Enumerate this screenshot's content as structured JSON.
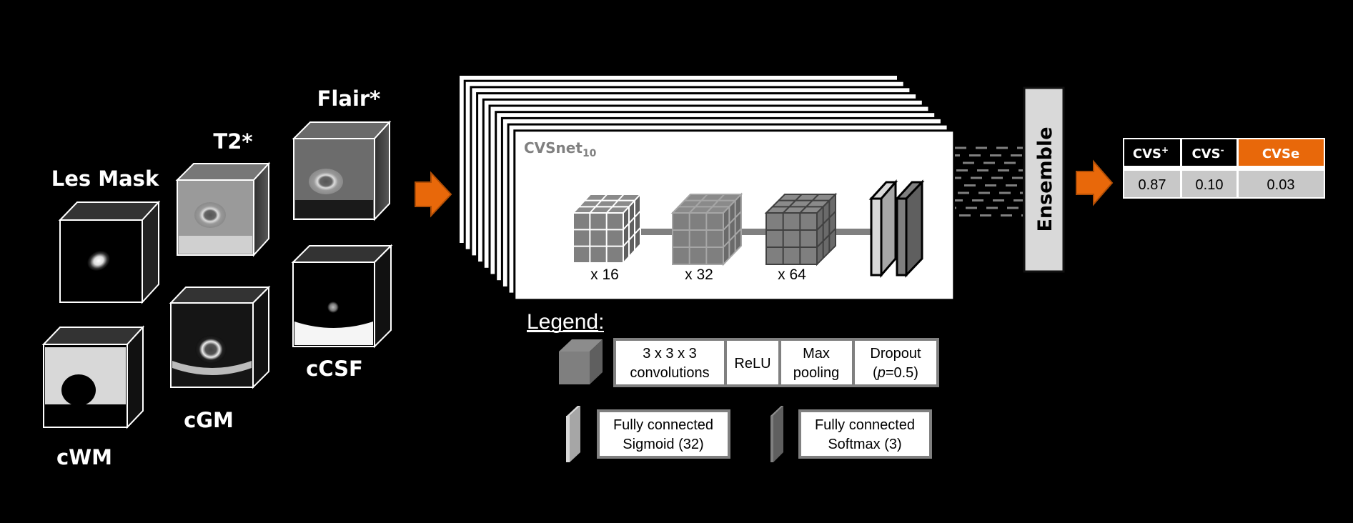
{
  "figure": {
    "inputs": [
      {
        "id": "les-mask",
        "label": "Les Mask"
      },
      {
        "id": "t2star",
        "label": "T2*"
      },
      {
        "id": "flair",
        "label": "Flair*"
      },
      {
        "id": "cwm",
        "label": "cWM"
      },
      {
        "id": "cgm",
        "label": "cGM"
      },
      {
        "id": "ccsf",
        "label": "cCSF"
      }
    ],
    "network": {
      "title": "CVSnet",
      "title_subscript": "10",
      "ensemble_count": 10,
      "layers": [
        {
          "type": "conv-block",
          "label": "x 16"
        },
        {
          "type": "conv-block",
          "label": "x 32"
        },
        {
          "type": "conv-block",
          "label": "x 64"
        },
        {
          "type": "fc-sigmoid"
        },
        {
          "type": "fc-softmax"
        }
      ]
    },
    "ensemble_label": "Ensemble",
    "output_table": {
      "headers": [
        {
          "base": "CVS",
          "sup": "+"
        },
        {
          "base": "CVS",
          "sup": "-"
        },
        {
          "base": "CVSe",
          "sup": ""
        }
      ],
      "values": [
        "0.87",
        "0.10",
        "0.03"
      ]
    },
    "legend": {
      "title": "Legend",
      "title_suffix": ":",
      "conv_block_items": [
        {
          "line1": "3 x 3 x 3",
          "line2": "convolutions"
        },
        {
          "line1": "ReLU",
          "line2": ""
        },
        {
          "line1": "Max",
          "line2": "pooling"
        },
        {
          "line1": "Dropout",
          "line2_pre": "(",
          "line2_ital": "p",
          "line2_post": "=0.5)"
        }
      ],
      "fc_items": [
        {
          "line1": "Fully connected",
          "line2": "Sigmoid (32)"
        },
        {
          "line1": "Fully connected",
          "line2": "Softmax (3)"
        }
      ]
    },
    "colors": {
      "background": "#000000",
      "accent_orange": "#e8680a",
      "table_value_bg": "#c8c8c8",
      "ensemble_bg": "#d9d9d9",
      "cube_gray": "#7f7f7f"
    }
  }
}
